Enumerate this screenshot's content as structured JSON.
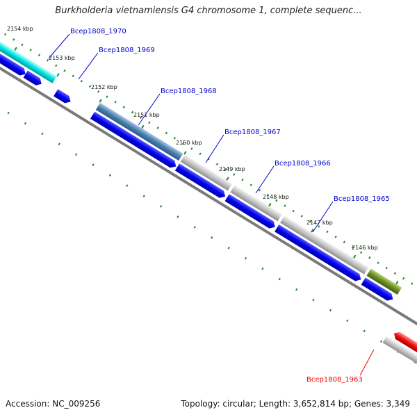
{
  "title": "Burkholderia vietnamiensis G4 chromosome 1, complete sequenc...",
  "footer": {
    "accession": "Accession: NC_009256",
    "summary": "Topology: circular; Length: 3,652,814 bp; Genes: 3,349"
  },
  "colors": {
    "backbone": "#7a7a7a",
    "tick": "#1a8a1a",
    "cds": "#0000ee",
    "label_blue": "#0000cc",
    "label_red": "#ee0000",
    "feature_cyan": "#00e5e5",
    "feature_steel": "#4a7fb0",
    "feature_grey": "#c4c4c4",
    "feature_olive": "#6b8e23",
    "feature_red": "#ee1111"
  },
  "scale_labels": [
    "2154 kbp",
    "2153 kbp",
    "2152 kbp",
    "2151 kbp",
    "2150 kbp",
    "2149 kbp",
    "2148 kbp",
    "2147 kbp",
    "2146 kbp"
  ],
  "gene_labels": [
    {
      "name": "Bcep1808_1970",
      "color": "blue"
    },
    {
      "name": "Bcep1808_1969",
      "color": "blue"
    },
    {
      "name": "Bcep1808_1968",
      "color": "blue"
    },
    {
      "name": "Bcep1808_1967",
      "color": "blue"
    },
    {
      "name": "Bcep1808_1966",
      "color": "blue"
    },
    {
      "name": "Bcep1808_1965",
      "color": "blue"
    },
    {
      "name": "Bcep1808_1963",
      "color": "red"
    }
  ]
}
